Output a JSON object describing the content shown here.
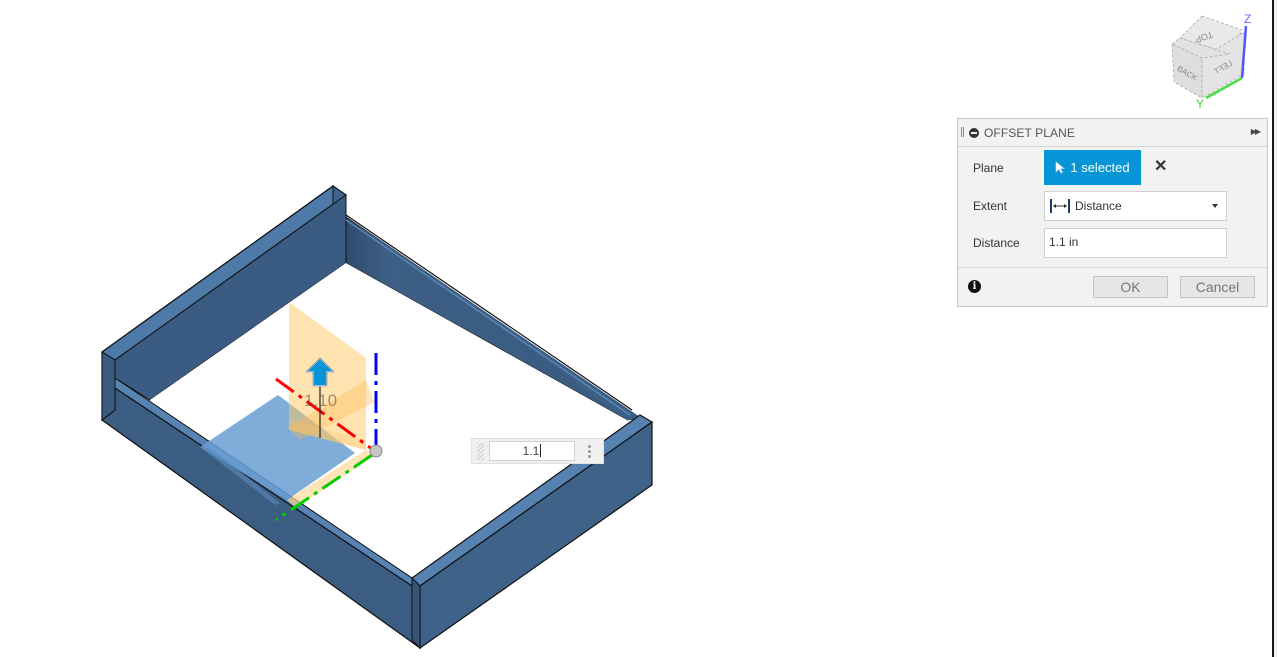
{
  "viewport": {
    "background": "#ffffff",
    "model_color": "#3f6288",
    "dimension_label": "1.10",
    "axis_colors": {
      "x": "#ff0000",
      "y": "#00cc00",
      "z": "#0000ff"
    },
    "offset_plane_color": "#ffc864",
    "selected_face_color": "#6a9ed2"
  },
  "view_cube": {
    "faces": [
      "TOP",
      "BACK",
      "LEFT"
    ],
    "axes": [
      "Z",
      "Y"
    ]
  },
  "canvas_input": {
    "value": "1.1"
  },
  "panel": {
    "title": "OFFSET PLANE",
    "expand_glyph": "▶▶",
    "rows": {
      "plane": {
        "label": "Plane",
        "selection": "1 selected",
        "clear_glyph": "✕"
      },
      "extent": {
        "label": "Extent",
        "value": "Distance"
      },
      "distance": {
        "label": "Distance",
        "value": "1.1 in"
      }
    },
    "footer": {
      "info_glyph": "i",
      "ok_label": "OK",
      "cancel_label": "Cancel"
    },
    "accent_color": "#0696d7"
  }
}
